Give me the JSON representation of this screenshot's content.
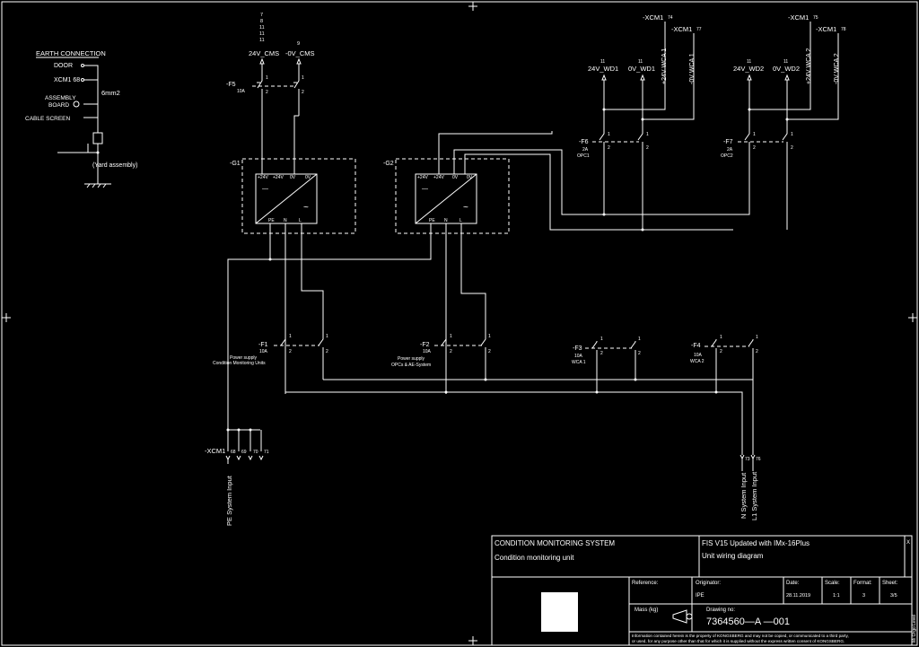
{
  "earth": {
    "title": "EARTH CONNECTION",
    "door": "DOOR",
    "xcm": "XCM1 68",
    "assembly1": "ASSEMBLY",
    "assembly2": "BOARD",
    "cable": "CABLE SCREEN",
    "size": "6mm2",
    "yard": "(Yard assembly)"
  },
  "top_cms": {
    "nums": [
      "7",
      "8",
      "11",
      "11",
      "11"
    ],
    "pos": "24V_CMS",
    "neg_num": "9",
    "neg": "-0V_CMS"
  },
  "top_wd1": {
    "xcm_a": "-XCM1",
    "xcm_a_num": "74",
    "xcm_b": "-XCM1",
    "xcm_b_num": "77",
    "n1": "11",
    "n2": "11",
    "pos": "24V_WD1",
    "neg": "0V_WD1",
    "wca_pos": "+24V WCA 1",
    "wca_neg": "-0V WCA 1"
  },
  "top_wd2": {
    "xcm_a": "-XCM1",
    "xcm_a_num": "75",
    "xcm_b": "-XCM1",
    "xcm_b_num": "78",
    "n1": "11",
    "n2": "11",
    "pos": "24V_WD2",
    "neg": "0V_WD2",
    "wca_pos": "+24V WCA 2",
    "wca_neg": "-0V WCA 2"
  },
  "breakers": {
    "f5": {
      "tag": "-F5",
      "rating": "10A"
    },
    "f6": {
      "tag": "-F6",
      "rating": "2A",
      "desc": "OPC1"
    },
    "f7": {
      "tag": "-F7",
      "rating": "2A",
      "desc": "OPC2"
    },
    "f1": {
      "tag": "-F1",
      "rating": "10A",
      "desc1": "Power supply",
      "desc2": "Condition Monitoring Units"
    },
    "f2": {
      "tag": "-F2",
      "rating": "10A",
      "desc1": "Power supply",
      "desc2": "OPCs & AE-System"
    },
    "f3": {
      "tag": "-F3",
      "rating": "10A",
      "desc": "WCA 1"
    },
    "f4": {
      "tag": "-F4",
      "rating": "10A",
      "desc": "WCA 2"
    },
    "pin1": "1",
    "pin2": "2"
  },
  "psu": {
    "g1": "-G1",
    "g2": "-G2",
    "t1": "+24V",
    "t2": "+24V",
    "t3": "0V",
    "t4": "0V",
    "b1": "PE",
    "b2": "N",
    "b3": "L",
    "dc": "—",
    "ac": "~"
  },
  "bottom": {
    "xcm": "-XCM1",
    "n68": "68",
    "n69": "69",
    "n70": "70",
    "n71": "71",
    "pe_label": "PE System Input",
    "n73": "73",
    "n76": "76",
    "n_label": "N System Input",
    "l1_label": "L1 System Input"
  },
  "titleblock": {
    "system": "CONDITION MONITORING SYSTEM",
    "unit": "Condition monitoring unit",
    "fis": "FIS V15 Updated with IMx-16Plus",
    "diagram": "Unit wiring diagram",
    "x_mark": "X",
    "reference_label": "Reference:",
    "originator_label": "Originator:",
    "originator": "IPE",
    "date_label": "Date:",
    "date": "28.11.2019",
    "scale_label": "Scale:",
    "scale": "1:1",
    "format_label": "Format:",
    "format": "3",
    "sheet_label": "Sheet:",
    "sheet": "3/5",
    "mass_label": "Mass (kg)",
    "drawing_label": "Drawing no:",
    "drawing_no": "7364560—A  —001",
    "note1": "Information contained herein is the property of KONGSBERG and may not be copied, or communicated to a third party,",
    "note2": "or used, for any purpose other than that for which it is supplied without the express written consent of KONGSBERG.",
    "side": "Mi Orgo Level"
  }
}
